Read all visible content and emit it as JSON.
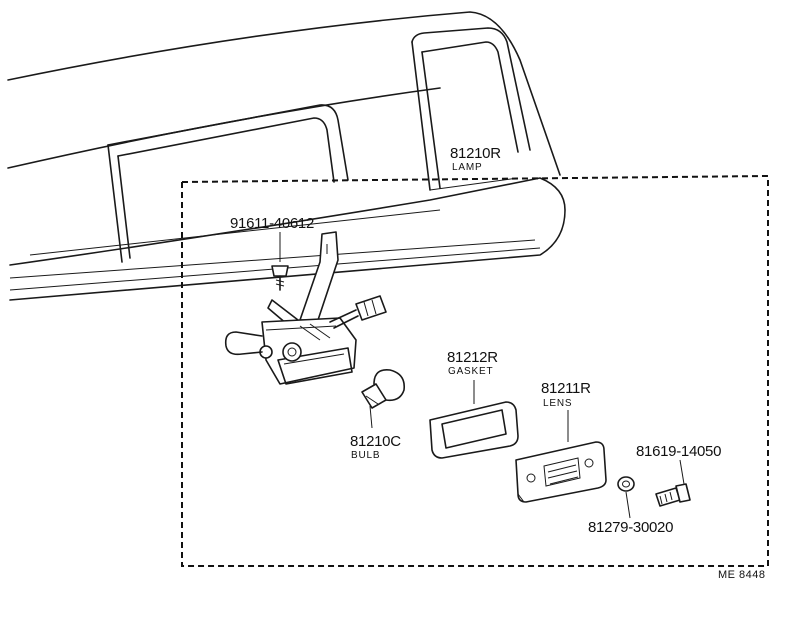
{
  "parts": {
    "lamp": {
      "number": "81210R",
      "name": "LAMP"
    },
    "screw": {
      "number": "91611-40612"
    },
    "gasket": {
      "number": "81212R",
      "name": "GASKET"
    },
    "lens": {
      "number": "81211R",
      "name": "LENS"
    },
    "bulb": {
      "number": "81210C",
      "name": "BULB"
    },
    "bolt": {
      "number": "81619-14050"
    },
    "washer": {
      "number": "81279-30020"
    }
  },
  "reference_code": "ME 8448"
}
